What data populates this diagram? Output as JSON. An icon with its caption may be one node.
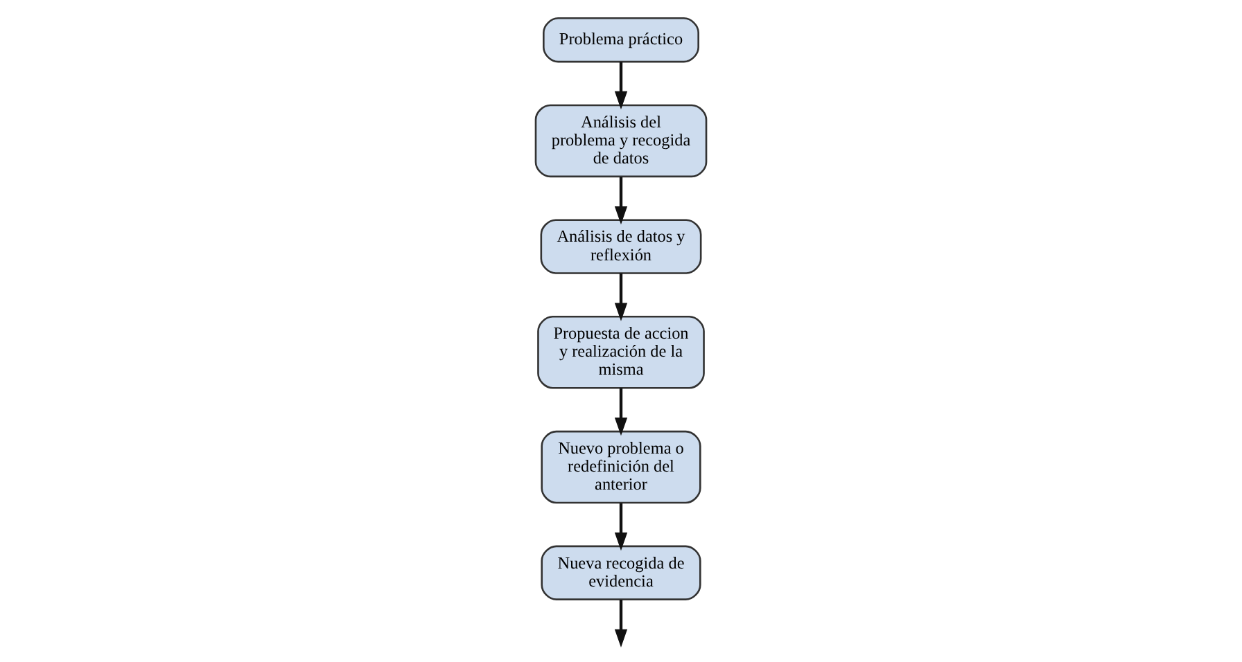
{
  "diagram": {
    "nodes": [
      {
        "text": [
          "Nuevo problema o redefinición del anterior"
        ]
      },
      {
        "text": [
          "Problema práctico"
        ]
      },
      {
        "text": [
          "Propuesta de accion y realización de la misma"
        ]
      },
      {
        "text": [
          "Análisis del problema y recogida de datos"
        ]
      },
      {
        "text": [
          "Nueva recogida de evidencia"
        ]
      },
      {
        "text": [
          "Análisis de datos y reflexión"
        ]
      }
    ],
    "edges": [
      {
        "from": 1,
        "to": 3,
        "arrow": "to"
      },
      {
        "from": 3,
        "to": 5,
        "arrow": "to"
      },
      {
        "from": 5,
        "to": 2,
        "arrow": "to"
      },
      {
        "from": 2,
        "to": 0,
        "arrow": "to"
      },
      {
        "from": 0,
        "to": 4,
        "arrow": "to"
      },
      {
        "from": 4,
        "to": null,
        "arrow": "to"
      }
    ]
  }
}
